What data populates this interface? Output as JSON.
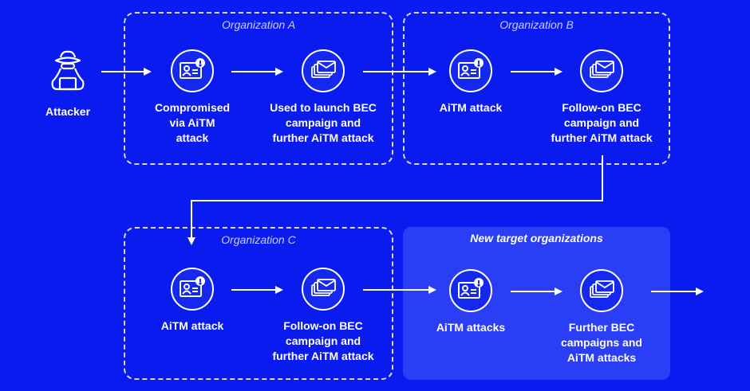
{
  "diagram": {
    "attacker": {
      "label": "Attacker",
      "icon": "hacker-icon"
    },
    "organizations": [
      {
        "title": "Organization A",
        "style": "dashed",
        "nodes": [
          {
            "icon": "id-card-alert-icon",
            "label": "Compromised\nvia AiTM\nattack"
          },
          {
            "icon": "stacked-mail-icon",
            "label": "Used to launch BEC\ncampaign and\nfurther AiTM attack"
          }
        ]
      },
      {
        "title": "Organization B",
        "style": "dashed",
        "nodes": [
          {
            "icon": "id-card-alert-icon",
            "label": "AiTM attack"
          },
          {
            "icon": "stacked-mail-icon",
            "label": "Follow-on BEC\ncampaign and\nfurther AiTM attack"
          }
        ]
      },
      {
        "title": "Organization C",
        "style": "dashed",
        "nodes": [
          {
            "icon": "id-card-alert-icon",
            "label": "AiTM attack"
          },
          {
            "icon": "stacked-mail-icon",
            "label": "Follow-on BEC\ncampaign and\nfurther AiTM attack"
          }
        ]
      },
      {
        "title": "New target organizations",
        "style": "filled",
        "nodes": [
          {
            "icon": "id-card-alert-icon",
            "label": "AiTM attacks"
          },
          {
            "icon": "stacked-mail-icon",
            "label": "Further BEC\ncampaigns and\nAiTM attacks"
          }
        ]
      }
    ],
    "colors": {
      "background": "#0a1bf0",
      "highlight_panel": "#2a3ef5",
      "foreground": "#ffffff"
    }
  }
}
